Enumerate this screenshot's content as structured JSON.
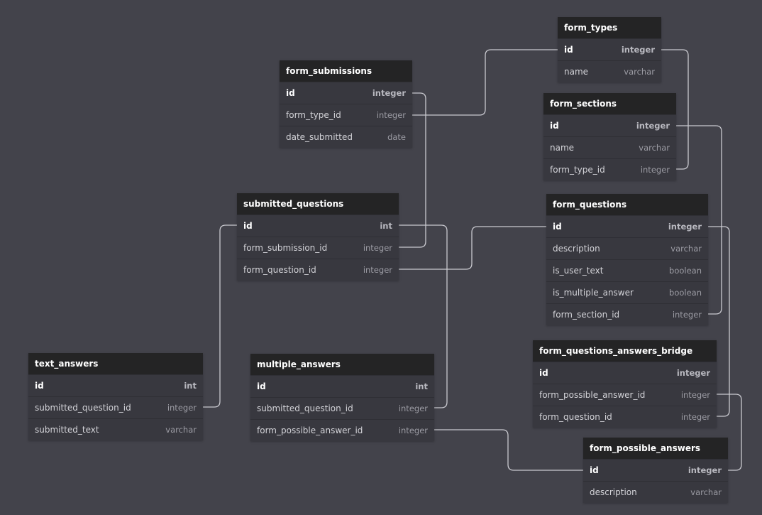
{
  "tables": [
    {
      "key": "form_types",
      "name": "form_types",
      "columns": [
        {
          "name": "id",
          "type": "integer",
          "pk": true
        },
        {
          "name": "name",
          "type": "varchar",
          "pk": false
        }
      ]
    },
    {
      "key": "form_submissions",
      "name": "form_submissions",
      "columns": [
        {
          "name": "id",
          "type": "integer",
          "pk": true
        },
        {
          "name": "form_type_id",
          "type": "integer",
          "pk": false
        },
        {
          "name": "date_submitted",
          "type": "date",
          "pk": false
        }
      ]
    },
    {
      "key": "form_sections",
      "name": "form_sections",
      "columns": [
        {
          "name": "id",
          "type": "integer",
          "pk": true
        },
        {
          "name": "name",
          "type": "varchar",
          "pk": false
        },
        {
          "name": "form_type_id",
          "type": "integer",
          "pk": false
        }
      ]
    },
    {
      "key": "submitted_questions",
      "name": "submitted_questions",
      "columns": [
        {
          "name": "id",
          "type": "int",
          "pk": true
        },
        {
          "name": "form_submission_id",
          "type": "integer",
          "pk": false
        },
        {
          "name": "form_question_id",
          "type": "integer",
          "pk": false
        }
      ]
    },
    {
      "key": "form_questions",
      "name": "form_questions",
      "columns": [
        {
          "name": "id",
          "type": "integer",
          "pk": true
        },
        {
          "name": "description",
          "type": "varchar",
          "pk": false
        },
        {
          "name": "is_user_text",
          "type": "boolean",
          "pk": false
        },
        {
          "name": "is_multiple_answer",
          "type": "boolean",
          "pk": false
        },
        {
          "name": "form_section_id",
          "type": "integer",
          "pk": false
        }
      ]
    },
    {
      "key": "form_questions_answers_bridge",
      "name": "form_questions_answers_bridge",
      "columns": [
        {
          "name": "id",
          "type": "integer",
          "pk": true
        },
        {
          "name": "form_possible_answer_id",
          "type": "integer",
          "pk": false
        },
        {
          "name": "form_question_id",
          "type": "integer",
          "pk": false
        }
      ]
    },
    {
      "key": "text_answers",
      "name": "text_answers",
      "columns": [
        {
          "name": "id",
          "type": "int",
          "pk": true
        },
        {
          "name": "submitted_question_id",
          "type": "integer",
          "pk": false
        },
        {
          "name": "submitted_text",
          "type": "varchar",
          "pk": false
        }
      ]
    },
    {
      "key": "multiple_answers",
      "name": "multiple_answers",
      "columns": [
        {
          "name": "id",
          "type": "int",
          "pk": true
        },
        {
          "name": "submitted_question_id",
          "type": "integer",
          "pk": false
        },
        {
          "name": "form_possible_answer_id",
          "type": "integer",
          "pk": false
        }
      ]
    },
    {
      "key": "form_possible_answers",
      "name": "form_possible_answers",
      "columns": [
        {
          "name": "id",
          "type": "integer",
          "pk": true
        },
        {
          "name": "description",
          "type": "varchar",
          "pk": false
        }
      ]
    }
  ],
  "relationships": [
    {
      "from": "form_submissions.form_type_id",
      "to": "form_types.id"
    },
    {
      "from": "form_sections.form_type_id",
      "to": "form_types.id"
    },
    {
      "from": "submitted_questions.form_submission_id",
      "to": "form_submissions.id"
    },
    {
      "from": "submitted_questions.form_question_id",
      "to": "form_questions.id"
    },
    {
      "from": "form_questions.form_section_id",
      "to": "form_sections.id"
    },
    {
      "from": "form_questions_answers_bridge.form_question_id",
      "to": "form_questions.id"
    },
    {
      "from": "form_questions_answers_bridge.form_possible_answer_id",
      "to": "form_possible_answers.id"
    },
    {
      "from": "text_answers.submitted_question_id",
      "to": "submitted_questions.id"
    },
    {
      "from": "multiple_answers.submitted_question_id",
      "to": "submitted_questions.id"
    },
    {
      "from": "multiple_answers.form_possible_answer_id",
      "to": "form_possible_answers.id"
    }
  ]
}
